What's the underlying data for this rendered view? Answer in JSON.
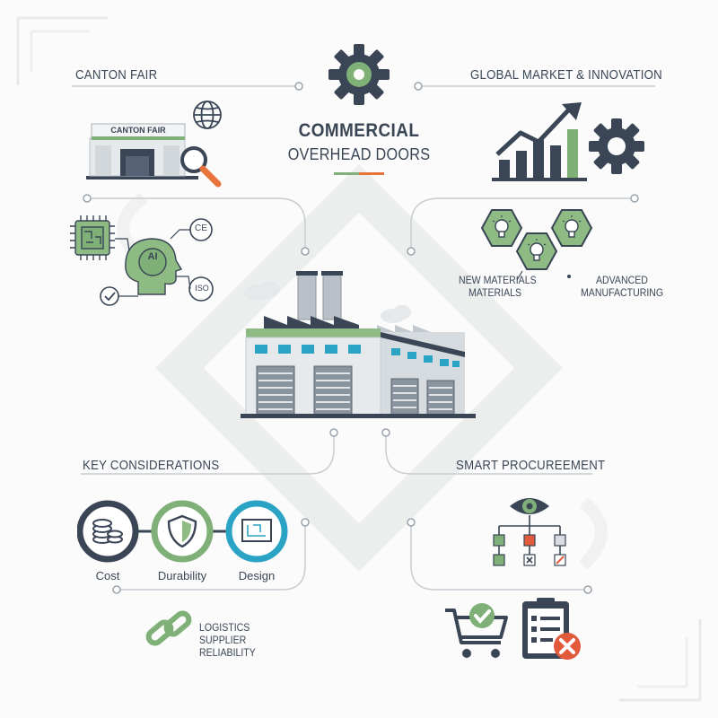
{
  "title": {
    "line1": "COMMERCIAL",
    "line2": "OVERHEAD DOORS"
  },
  "sections": {
    "canton_fair": {
      "heading": "CANTON FAIR",
      "building_sign": "CANTON FAIR",
      "badges": [
        "CE",
        "ISO"
      ],
      "chip_text": "AI"
    },
    "global_market": {
      "heading": "GLOBAL MARKET & INNOVATION",
      "tag_left_line1": "NEW MATERIALS",
      "tag_left_line2": "MATERIALS",
      "tag_right_line1": "ADVANCED",
      "tag_right_line2": "MANUFACTURING"
    },
    "key_considerations": {
      "heading": "KEY CONSIDERATIONS",
      "items": [
        "Cost",
        "Durability",
        "Design"
      ],
      "logistics_line1": "LOGISTICS",
      "logistics_line2": "SUPPLIER",
      "logistics_line3": "RELIABILITY"
    },
    "smart_procurement": {
      "heading": "SMART PROCUREEMENT"
    }
  },
  "colors": {
    "navy": "#3a4556",
    "green": "#7fb077",
    "teal": "#2aa3c4",
    "orange": "#e8743b",
    "red": "#e25a3c",
    "light_gray": "#d9dde1"
  },
  "icons": [
    "gear-icon",
    "globe-icon",
    "magnifier-icon",
    "growth-chart-icon",
    "lightbulb-icon",
    "circuit-chip-icon",
    "ai-head-icon",
    "checkmark-icon",
    "factory-icon",
    "coins-icon",
    "shield-icon",
    "blueprint-icon",
    "chain-link-icon",
    "eye-icon",
    "decision-tree-icon",
    "shopping-cart-icon",
    "clipboard-icon"
  ]
}
